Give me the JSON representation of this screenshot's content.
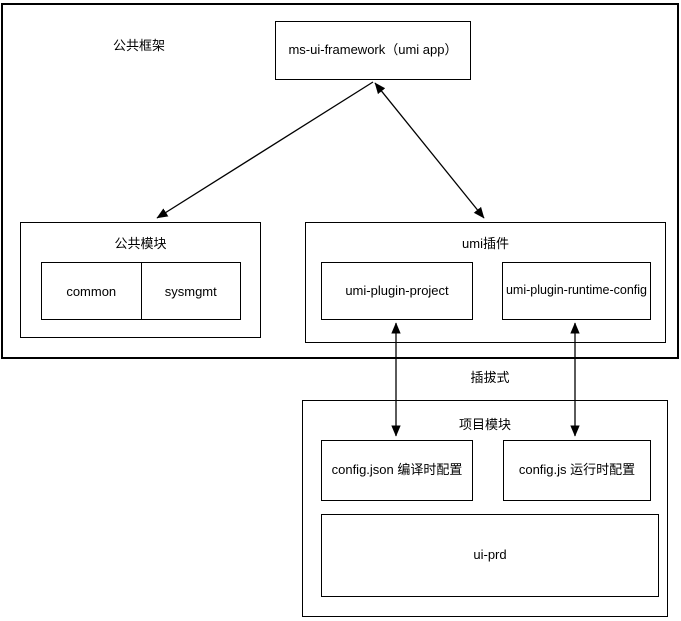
{
  "diagram": {
    "area_labels": {
      "framework": "公共框架",
      "pluggable": "插拔式"
    },
    "nodes": {
      "framework_app": {
        "label": "ms-ui-framework（umi app）"
      },
      "public_module": {
        "title": "公共模块",
        "children": [
          "common",
          "sysmgmt"
        ]
      },
      "umi_plugins": {
        "title": "umi插件",
        "children": [
          "umi-plugin-project",
          "umi-plugin-runtime-config"
        ]
      },
      "project_module": {
        "title": "项目模块",
        "children": [
          "config.json 编译时配置",
          "config.js 运行时配置",
          "ui-prd"
        ]
      }
    },
    "edges": [
      {
        "from": "ms-ui-framework（umi app）",
        "to": "公共模块",
        "arrowheads": "end"
      },
      {
        "from": "ms-ui-framework（umi app）",
        "to": "umi插件",
        "arrowheads": "both"
      },
      {
        "from": "umi-plugin-project",
        "to": "config.json 编译时配置",
        "arrowheads": "both"
      },
      {
        "from": "umi-plugin-runtime-config",
        "to": "config.js 运行时配置",
        "arrowheads": "both"
      }
    ],
    "colors": {
      "stroke": "#000000",
      "background": "#ffffff",
      "text": "#000000"
    }
  }
}
